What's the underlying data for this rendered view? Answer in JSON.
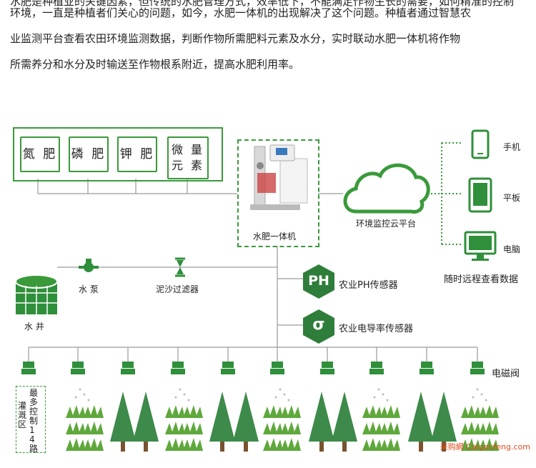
{
  "paragraph": {
    "cut_line": "水肥是种植业的关键因素，但传统的水肥管理方式，效率低下，不能满足作物生长的需要，如何精准的控制",
    "lines": [
      "环境，一直是种植者们关心的问题，如今，水肥一体机的出现解决了这个问题。种植者通过智慧农",
      "业监测平台查看农田环境监测数据，判断作物所需肥料元素及水分，实时联动水肥一体机将作物",
      "所需养分和水分及时输送至作物根系附近，提高水肥利用率。"
    ]
  },
  "nutrients": [
    "氮 肥",
    "磷 肥",
    "钾 肥",
    "微 量\n元 素"
  ],
  "machine_label": "水肥一体机",
  "cloud_label": "环境监控云平台",
  "devices": [
    "手机",
    "平板",
    "电脑"
  ],
  "devices_caption": "随时远程查看数据",
  "pump_label": "水 泵",
  "filter_label": "泥沙过滤器",
  "well_label": "水 井",
  "sensors": [
    {
      "badge": "PH",
      "label": "农业PH传感器"
    },
    {
      "badge": "σ",
      "label": "农业电导率传感器"
    }
  ],
  "valve_label": "电磁阀",
  "zones_label": "最多控制14路",
  "zones_side": "灌溉区",
  "watermark": "采购網 Caigoufeng.com",
  "colors": {
    "green": "#3a9a3a",
    "dark_green": "#2f7d3a",
    "tree": "#3d8a4a"
  }
}
